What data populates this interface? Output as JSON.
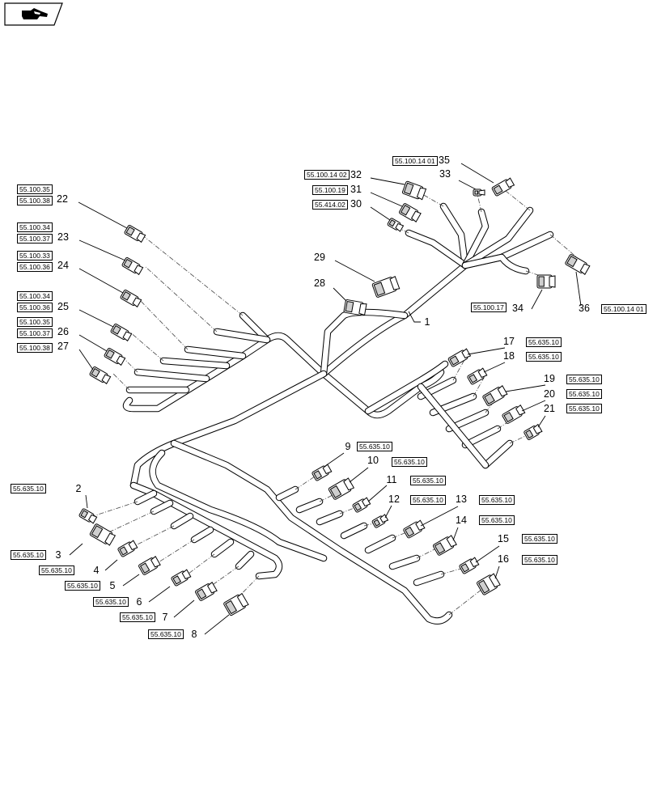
{
  "parts": [
    {
      "n": "1"
    },
    {
      "n": "2"
    },
    {
      "n": "3"
    },
    {
      "n": "4"
    },
    {
      "n": "5"
    },
    {
      "n": "6"
    },
    {
      "n": "7"
    },
    {
      "n": "8"
    },
    {
      "n": "9"
    },
    {
      "n": "10"
    },
    {
      "n": "11"
    },
    {
      "n": "12"
    },
    {
      "n": "13"
    },
    {
      "n": "14"
    },
    {
      "n": "15"
    },
    {
      "n": "16"
    },
    {
      "n": "17"
    },
    {
      "n": "18"
    },
    {
      "n": "19"
    },
    {
      "n": "20"
    },
    {
      "n": "21"
    },
    {
      "n": "22"
    },
    {
      "n": "23"
    },
    {
      "n": "24"
    },
    {
      "n": "25"
    },
    {
      "n": "26"
    },
    {
      "n": "27"
    },
    {
      "n": "28"
    },
    {
      "n": "29"
    },
    {
      "n": "30"
    },
    {
      "n": "31"
    },
    {
      "n": "32"
    },
    {
      "n": "33"
    },
    {
      "n": "34"
    },
    {
      "n": "35"
    },
    {
      "n": "36"
    }
  ],
  "refs": [
    "55.100.35",
    "55.100.38",
    "55.100.34",
    "55.100.37",
    "55.100.33",
    "55.100.36",
    "55.100.34",
    "55.100.36",
    "55.100.35",
    "55.100.37",
    "55.100.38",
    "55.100.14 02",
    "55.100.19",
    "55.414.02",
    "55.100.14 01",
    "55.100.17",
    "55.100.14 01",
    "55.635.10",
    "55.635.10",
    "55.635.10",
    "55.635.10",
    "55.635.10",
    "55.635.10",
    "55.635.10",
    "55.635.10",
    "55.635.10",
    "55.635.10",
    "55.635.10",
    "55.635.10",
    "55.635.10",
    "55.635.10",
    "55.635.10",
    "55.635.10",
    "55.635.10",
    "55.635.10",
    "55.635.10",
    "55.635.10",
    "55.635.10"
  ]
}
